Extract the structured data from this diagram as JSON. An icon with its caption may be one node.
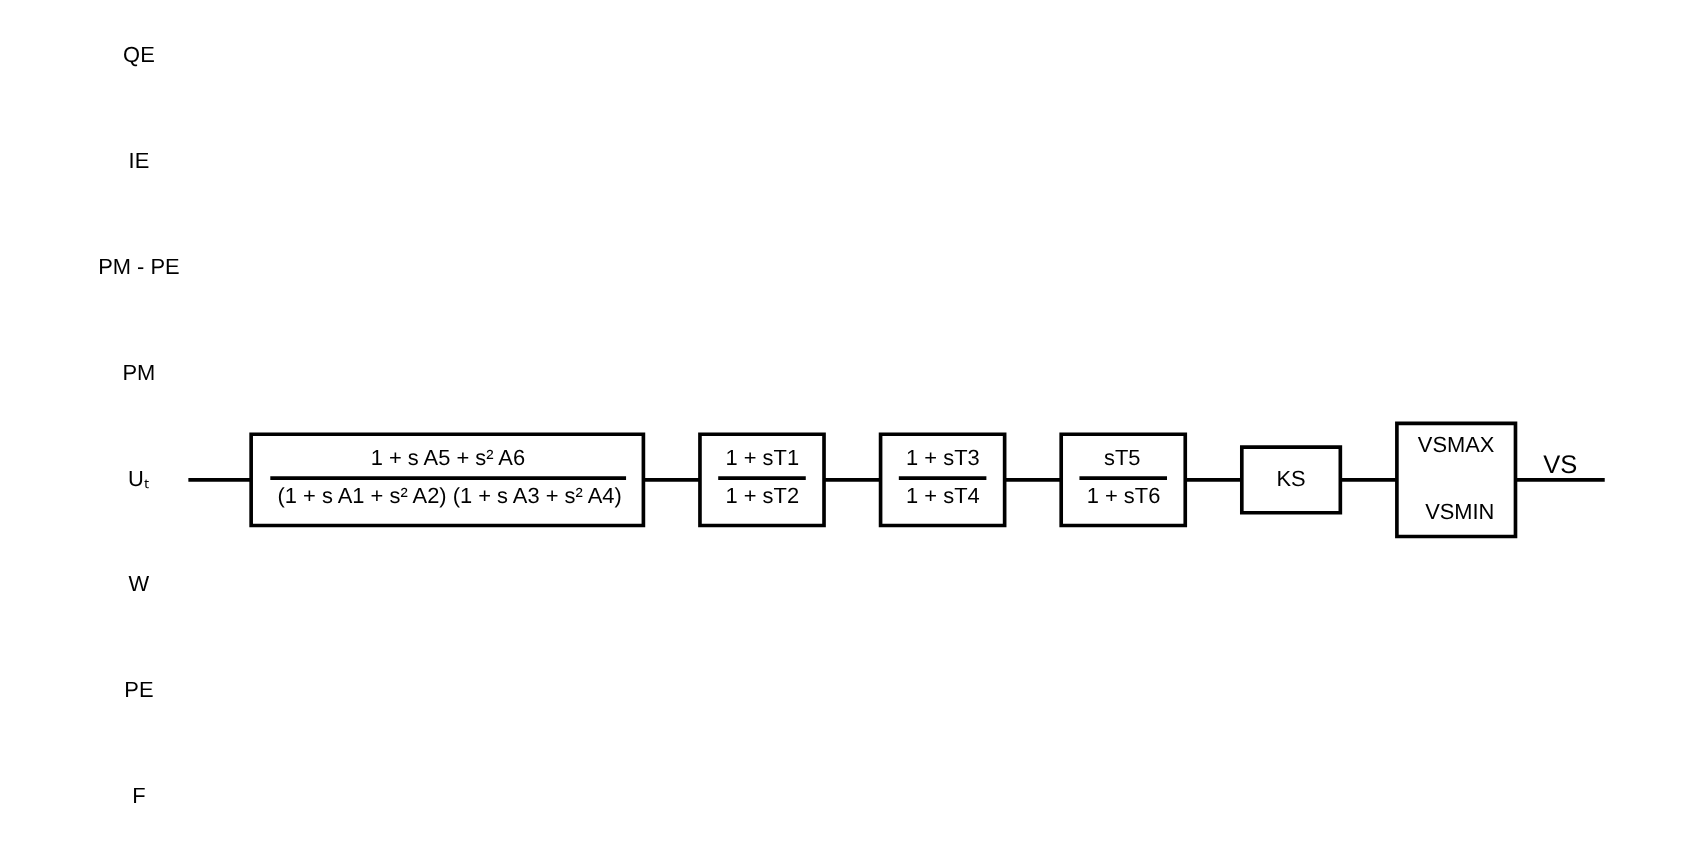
{
  "diagram": {
    "nodes": [
      {
        "text": [
          "Uₜ"
        ]
      },
      {
        "text": [
          "1 + s A5 + s² A6",
          "(1 + s A1 + s² A2) (1 + s A3 + s² A4)"
        ]
      },
      {
        "text": [
          "1 + sT1",
          "1 + sT2"
        ]
      },
      {
        "text": [
          "1 + sT3",
          "1 + sT4"
        ]
      },
      {
        "text": [
          "sT5",
          "1 + sT6"
        ]
      },
      {
        "text": [
          "KS"
        ]
      },
      {
        "text": [
          "VSMAX",
          "VSMIN"
        ]
      }
    ],
    "edges": [
      {
        "from": 0,
        "to": 1,
        "arrow": "none"
      },
      {
        "from": 1,
        "to": 2,
        "arrow": "none"
      },
      {
        "from": 2,
        "to": 3,
        "arrow": "none"
      },
      {
        "from": 3,
        "to": 4,
        "arrow": "none"
      },
      {
        "from": 4,
        "to": 5,
        "arrow": "none"
      },
      {
        "from": 5,
        "to": 6,
        "arrow": "none"
      },
      {
        "from": 6,
        "to": null,
        "arrow": "none",
        "label": "VS"
      }
    ],
    "labels": [
      "QE",
      "IE",
      "PM - PE",
      "PM",
      "W",
      "PE",
      "F"
    ]
  }
}
